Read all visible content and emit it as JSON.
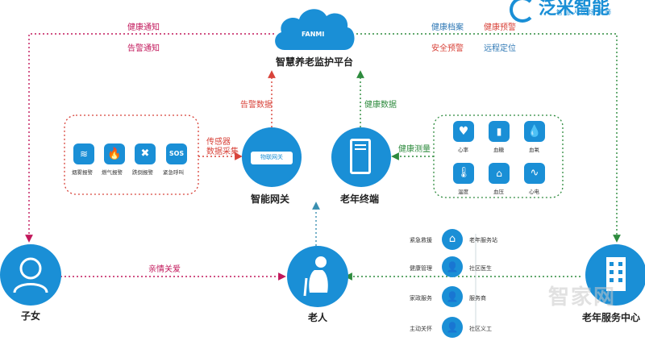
{
  "brand": {
    "name": "泛米智能",
    "tagline": "智慧人居场景师",
    "color": "#1a8fd6"
  },
  "platform": {
    "cloud_text": "FANMI",
    "title": "智慧养老监护平台"
  },
  "arrows": {
    "health_notice": "健康通知",
    "alarm_notice": "告警通知",
    "health_file": "健康档案",
    "health_warning": "健康预警",
    "safety_warning": "安全预警",
    "remote_location": "远程定位",
    "alarm_data": "告警数据",
    "health_data": "健康数据",
    "sensor_data_l1": "传感器",
    "sensor_data_l2": "数据采集",
    "health_measure": "健康测量",
    "family_care": "亲情关爱"
  },
  "sensors": [
    {
      "icon": "smoke-icon",
      "label": "烟雾报警"
    },
    {
      "icon": "gas-icon",
      "label": "燃气报警"
    },
    {
      "icon": "fall-icon",
      "label": "跌倒报警"
    },
    {
      "icon": "sos-icon",
      "label": "紧急呼叫",
      "glyph": "SOS"
    }
  ],
  "gateway": {
    "inner": "物联网关",
    "label": "智能网关"
  },
  "terminal": {
    "label": "老年终端"
  },
  "health": [
    {
      "icon": "heart-rate-icon",
      "label": "心率"
    },
    {
      "icon": "blood-sugar-icon",
      "label": "血糖"
    },
    {
      "icon": "blood-oxygen-icon",
      "label": "血氧"
    },
    {
      "icon": "temperature-icon",
      "label": "温度"
    },
    {
      "icon": "blood-pressure-icon",
      "label": "血压"
    },
    {
      "icon": "ecg-icon",
      "label": "心电"
    }
  ],
  "children": {
    "label": "子女"
  },
  "elder": {
    "label": "老人"
  },
  "center": {
    "label": "老年服务中心"
  },
  "services": [
    {
      "left": "紧急救援",
      "right": "老年服务站"
    },
    {
      "left": "健康管理",
      "right": "社区医生"
    },
    {
      "left": "家政服务",
      "right": "服务商"
    },
    {
      "left": "主动关怀",
      "right": "社区义工"
    }
  ],
  "watermark": "智家网",
  "colors": {
    "pink": "#c2185b",
    "red": "#d8433a",
    "green": "#2e8b3e",
    "blue": "#2f78b5",
    "teal": "#3a8fb0"
  }
}
